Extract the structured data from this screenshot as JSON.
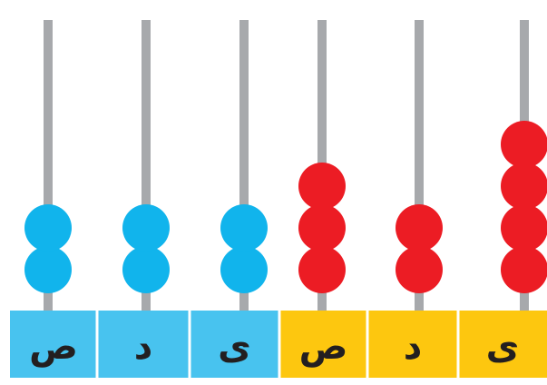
{
  "abacus": {
    "columns": [
      {
        "label": "ص",
        "beads": 2,
        "group": "left"
      },
      {
        "label": "د",
        "beads": 2,
        "group": "left"
      },
      {
        "label": "ی",
        "beads": 2,
        "group": "left"
      },
      {
        "label": "ص",
        "beads": 3,
        "group": "right"
      },
      {
        "label": "د",
        "beads": 2,
        "group": "right"
      },
      {
        "label": "ی",
        "beads": 4,
        "group": "right"
      }
    ],
    "colors": {
      "rod": "#a7a9ac",
      "left_bead": "#11b4ec",
      "right_bead": "#ec1c24",
      "left_base": "#48c3ef",
      "right_base": "#fdc70f",
      "divider": "#ffffff",
      "label_text": "#231f20"
    }
  }
}
